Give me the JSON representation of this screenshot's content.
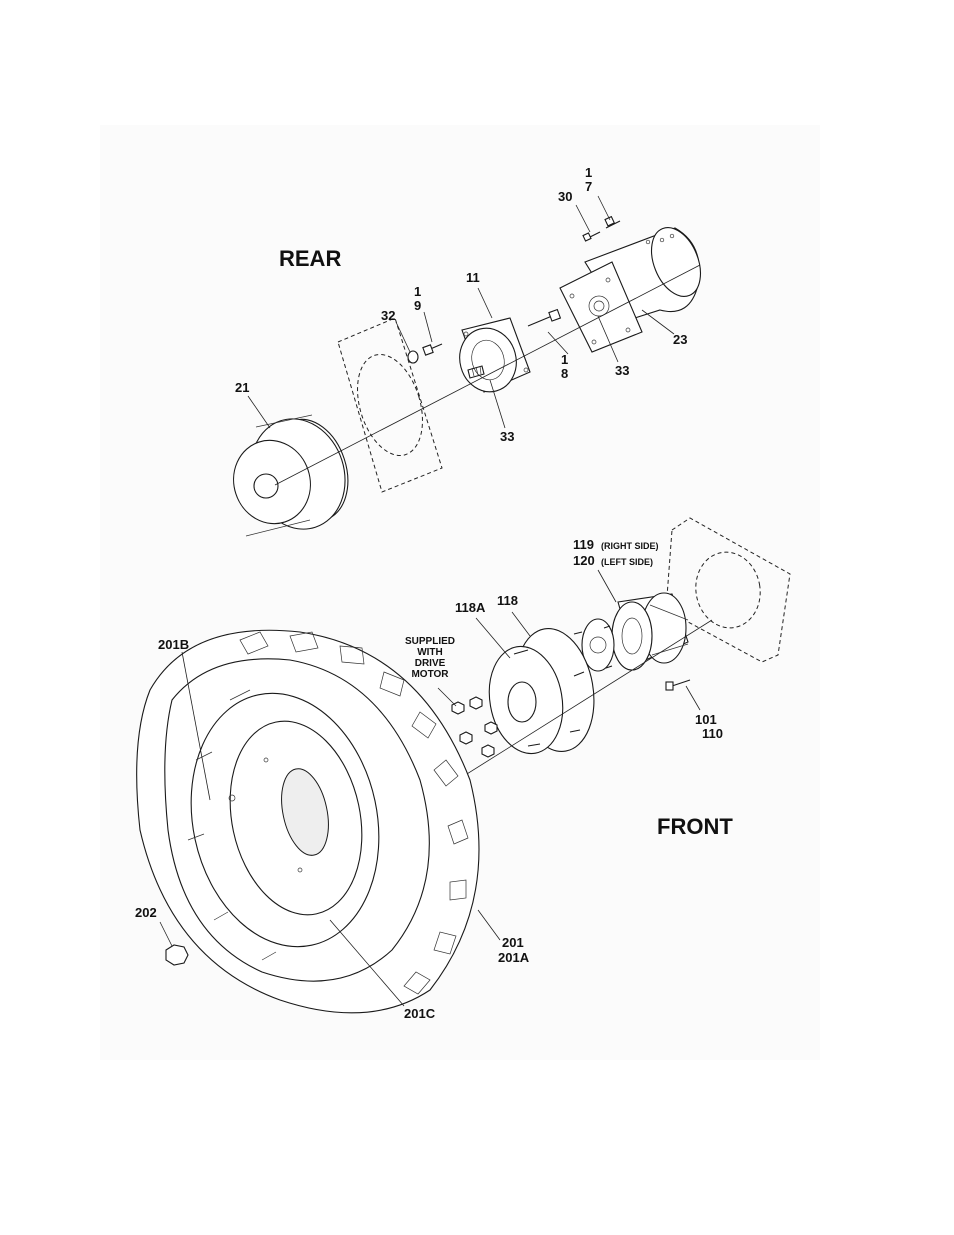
{
  "headings": {
    "rear": "REAR",
    "front": "FRONT"
  },
  "note": {
    "line1": "SUPPLIED",
    "line2": "WITH",
    "line3": "DRIVE",
    "line4": "MOTOR"
  },
  "callouts": {
    "c1a": "1",
    "c7": "7",
    "c30": "30",
    "c11": "11",
    "c1b": "1",
    "c9": "9",
    "c32": "32",
    "c23": "23",
    "c1c": "1",
    "c8": "8",
    "c33a": "33",
    "c21": "21",
    "c33b": "33",
    "c119": "119",
    "c119_note": "(RIGHT SIDE)",
    "c120": "120",
    "c120_note": "(LEFT SIDE)",
    "c118": "118",
    "c118A": "118A",
    "c201B": "201B",
    "c101": "101",
    "c110": "110",
    "c202": "202",
    "c201": "201",
    "c201A": "201A",
    "c201C": "201C"
  }
}
